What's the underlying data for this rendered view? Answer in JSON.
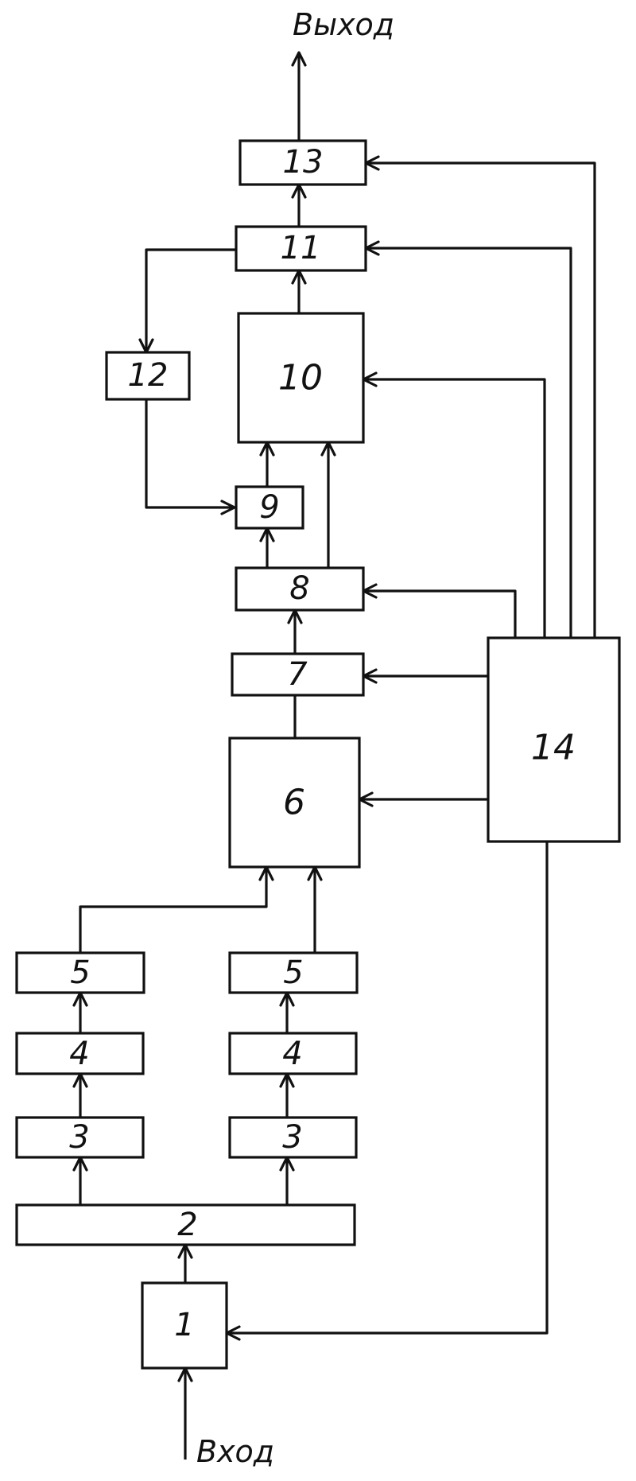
{
  "io": {
    "output": "Выход",
    "input": "Вход"
  },
  "blocks": {
    "b1": "1",
    "b2": "2",
    "b3a": "3",
    "b3b": "3",
    "b4a": "4",
    "b4b": "4",
    "b5a": "5",
    "b5b": "5",
    "b6": "6",
    "b7": "7",
    "b8": "8",
    "b9": "9",
    "b10": "10",
    "b11": "11",
    "b12": "12",
    "b13": "13",
    "b14": "14"
  }
}
